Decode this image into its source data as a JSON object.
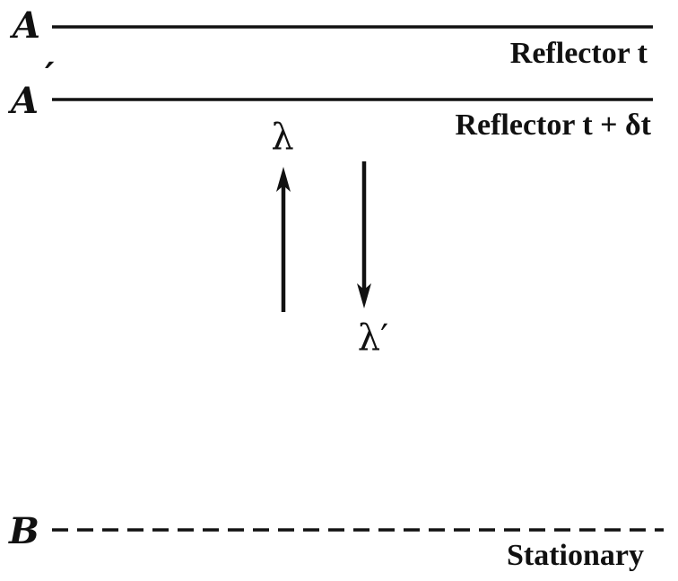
{
  "labels": {
    "a": "A",
    "a_prime": "A",
    "prime_mark": "′",
    "b": "B",
    "reflector_t": "Reflector t",
    "reflector_t_dt": "Reflector t + δt",
    "stationary": "Stationary",
    "lambda": "λ",
    "lambda_prime": "λ′"
  }
}
